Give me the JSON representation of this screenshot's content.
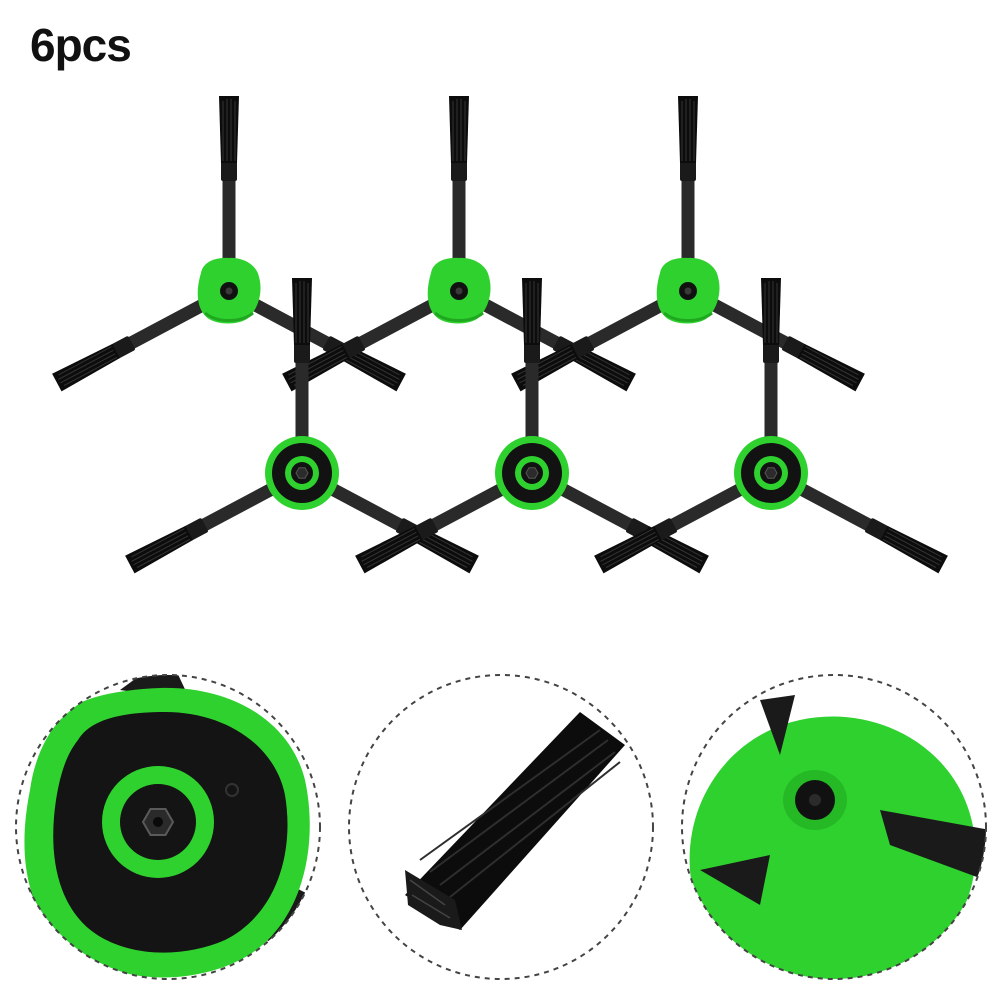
{
  "product": {
    "quantity_label": "6pcs",
    "item": "side-brush",
    "count": 6,
    "colors": {
      "hub": "#2fd12f",
      "hub_dark": "#1fa81f",
      "arm": "#2a2a2a",
      "bristle": "#0c0c0c",
      "background": "#ffffff"
    }
  },
  "detail_views": [
    {
      "name": "hub-front-closeup"
    },
    {
      "name": "bristle-tip-closeup"
    },
    {
      "name": "hub-back-closeup"
    }
  ]
}
